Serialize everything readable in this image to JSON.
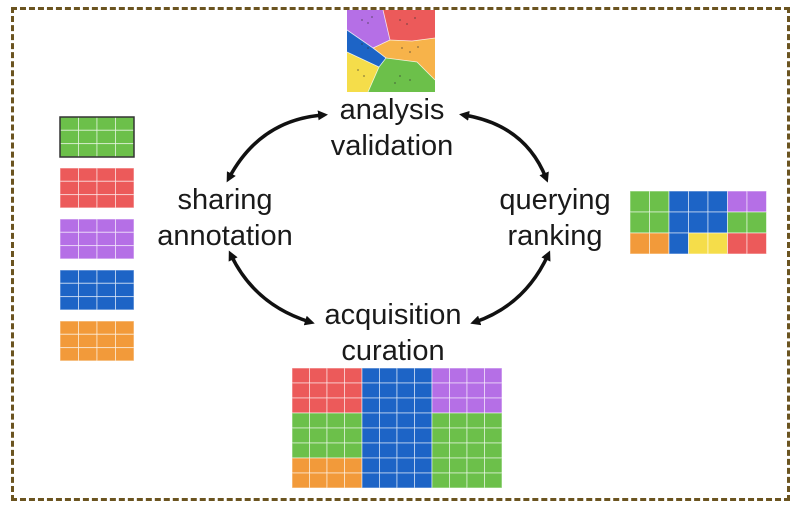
{
  "stages": {
    "analysis": {
      "line1": "analysis",
      "line2": "validation"
    },
    "querying": {
      "line1": "querying",
      "line2": "ranking"
    },
    "acquisition": {
      "line1": "acquisition",
      "line2": "curation"
    },
    "sharing": {
      "line1": "sharing",
      "line2": "annotation"
    }
  },
  "colors": {
    "frame": "#6b5420",
    "green": "#6cc04a",
    "red": "#ec5a5a",
    "purple": "#b56fe6",
    "blue": "#1d64c6",
    "orange": "#f29a3a",
    "yellow": "#f5dd4a",
    "arrow": "#111111"
  },
  "sharing_swatches": [
    "green",
    "red",
    "purple",
    "blue",
    "orange"
  ]
}
